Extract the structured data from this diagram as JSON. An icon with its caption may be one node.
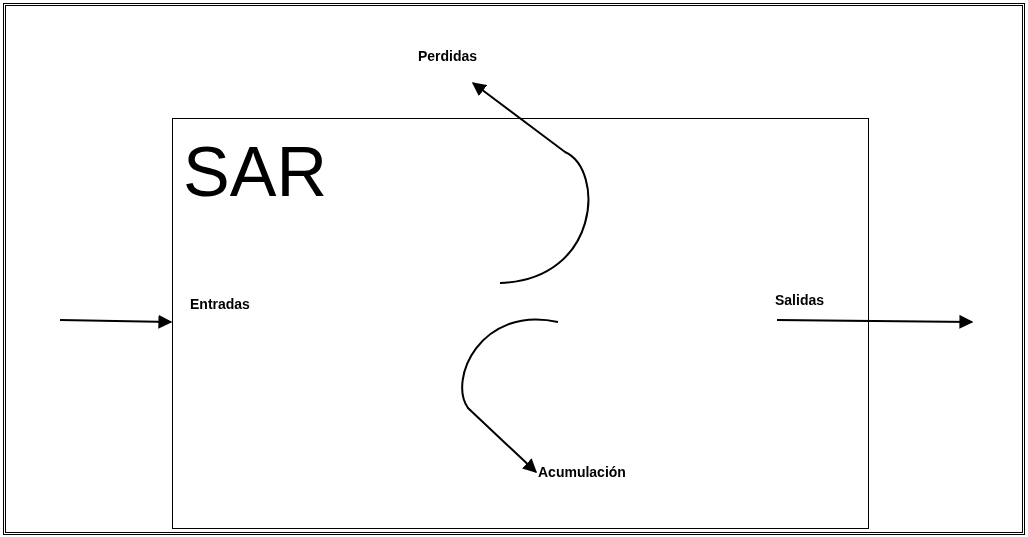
{
  "diagram": {
    "nodes": [
      {
        "text": [
          "SAR"
        ]
      },
      {
        "text": [
          "Perdidas"
        ]
      },
      {
        "text": [
          "Acumulación"
        ],
        "in": 0
      }
    ],
    "edges": [
      {
        "from": null,
        "to": 0,
        "arrow": "to",
        "label": "Entradas"
      },
      {
        "from": 0,
        "to": null,
        "arrow": "to",
        "label": "Salidas"
      },
      {
        "from": null,
        "to": 1,
        "arrow": "to"
      },
      {
        "from": null,
        "to": 2,
        "arrow": "to"
      }
    ]
  }
}
